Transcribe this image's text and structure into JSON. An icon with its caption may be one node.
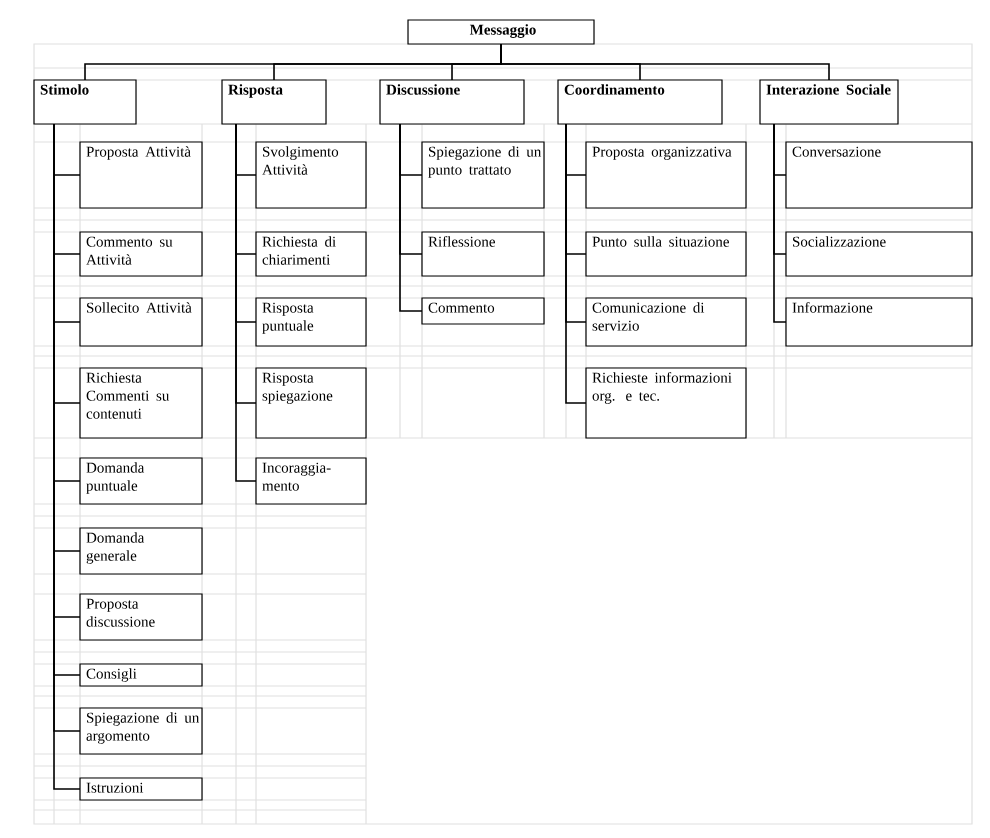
{
  "diagram": {
    "nodes": [
      {
        "text": [
          "Messaggio"
        ]
      },
      {
        "text": [
          "Stimolo"
        ]
      },
      {
        "text": [
          "Risposta"
        ]
      },
      {
        "text": [
          "Discussione"
        ]
      },
      {
        "text": [
          "Coordinamento"
        ]
      },
      {
        "text": [
          "Interazione Sociale"
        ]
      },
      {
        "text": [
          "Proposta Attività"
        ]
      },
      {
        "text": [
          "Commento su Attività"
        ]
      },
      {
        "text": [
          "Sollecito Attività"
        ]
      },
      {
        "text": [
          "Richiesta Commenti su contenuti"
        ]
      },
      {
        "text": [
          "Domanda puntuale"
        ]
      },
      {
        "text": [
          "Domanda generale"
        ]
      },
      {
        "text": [
          "Proposta discussione"
        ]
      },
      {
        "text": [
          "Consigli"
        ]
      },
      {
        "text": [
          "Spiegazione di un argomento"
        ]
      },
      {
        "text": [
          "Istruzioni"
        ]
      },
      {
        "text": [
          "Svolgimento Attività"
        ]
      },
      {
        "text": [
          "Richiesta di chiarimenti"
        ]
      },
      {
        "text": [
          "Risposta puntuale"
        ]
      },
      {
        "text": [
          "Risposta spiegazione"
        ]
      },
      {
        "text": [
          "Incoraggia-mento"
        ]
      },
      {
        "text": [
          "Spiegazione di un punto trattato"
        ]
      },
      {
        "text": [
          "Riflessione"
        ]
      },
      {
        "text": [
          "Commento"
        ]
      },
      {
        "text": [
          "Proposta organizzativa"
        ]
      },
      {
        "text": [
          "Punto sulla situazione"
        ]
      },
      {
        "text": [
          "Comunicazione di servizio"
        ]
      },
      {
        "text": [
          "Richieste informazioni org. e tec."
        ]
      },
      {
        "text": [
          "Conversazione"
        ]
      },
      {
        "text": [
          "Socializzazione"
        ]
      },
      {
        "text": [
          "Informazione"
        ]
      }
    ],
    "edges": [
      {
        "from": 0,
        "to": 1,
        "arrow": "none"
      },
      {
        "from": 0,
        "to": 2,
        "arrow": "none"
      },
      {
        "from": 0,
        "to": 3,
        "arrow": "none"
      },
      {
        "from": 0,
        "to": 4,
        "arrow": "none"
      },
      {
        "from": 0,
        "to": 5,
        "arrow": "none"
      },
      {
        "from": 1,
        "to": 6,
        "arrow": "none"
      },
      {
        "from": 1,
        "to": 7,
        "arrow": "none"
      },
      {
        "from": 1,
        "to": 8,
        "arrow": "none"
      },
      {
        "from": 1,
        "to": 9,
        "arrow": "none"
      },
      {
        "from": 1,
        "to": 10,
        "arrow": "none"
      },
      {
        "from": 1,
        "to": 11,
        "arrow": "none"
      },
      {
        "from": 1,
        "to": 12,
        "arrow": "none"
      },
      {
        "from": 1,
        "to": 13,
        "arrow": "none"
      },
      {
        "from": 1,
        "to": 14,
        "arrow": "none"
      },
      {
        "from": 1,
        "to": 15,
        "arrow": "none"
      },
      {
        "from": 2,
        "to": 16,
        "arrow": "none"
      },
      {
        "from": 2,
        "to": 17,
        "arrow": "none"
      },
      {
        "from": 2,
        "to": 18,
        "arrow": "none"
      },
      {
        "from": 2,
        "to": 19,
        "arrow": "none"
      },
      {
        "from": 2,
        "to": 20,
        "arrow": "none"
      },
      {
        "from": 3,
        "to": 21,
        "arrow": "none"
      },
      {
        "from": 3,
        "to": 22,
        "arrow": "none"
      },
      {
        "from": 3,
        "to": 23,
        "arrow": "none"
      },
      {
        "from": 4,
        "to": 24,
        "arrow": "none"
      },
      {
        "from": 4,
        "to": 25,
        "arrow": "none"
      },
      {
        "from": 4,
        "to": 26,
        "arrow": "none"
      },
      {
        "from": 4,
        "to": 27,
        "arrow": "none"
      },
      {
        "from": 5,
        "to": 28,
        "arrow": "none"
      },
      {
        "from": 5,
        "to": 29,
        "arrow": "none"
      },
      {
        "from": 5,
        "to": 30,
        "arrow": "none"
      }
    ]
  }
}
